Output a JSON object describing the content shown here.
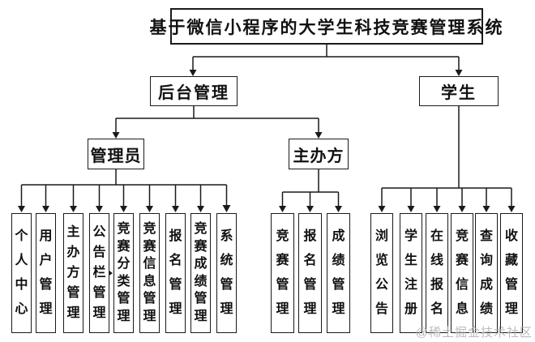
{
  "diagram": {
    "title": "基于微信小程序的大学生科技竞赛管理系统",
    "level2": {
      "backend": "后台管理",
      "student": "学生"
    },
    "level3": {
      "admin": "管理员",
      "organizer": "主办方"
    },
    "admin_children": [
      "个人中心",
      "用户管理",
      "主办方管理",
      "公告栏管理",
      "竞赛分类管理",
      "竞赛信息管理",
      "报名管理",
      "竞赛成绩管理",
      "系统管理"
    ],
    "organizer_children": [
      "竞赛管理",
      "报名管理",
      "成绩管理"
    ],
    "student_children": [
      "浏览公告",
      "学生注册",
      "在线报名",
      "竞赛信息",
      "查询成绩",
      "收藏管理"
    ],
    "watermark": "@稀土掘金技术社区",
    "colors": {
      "line": "#1a1a1a",
      "background": "#ffffff",
      "watermark": "#afafaf"
    }
  }
}
